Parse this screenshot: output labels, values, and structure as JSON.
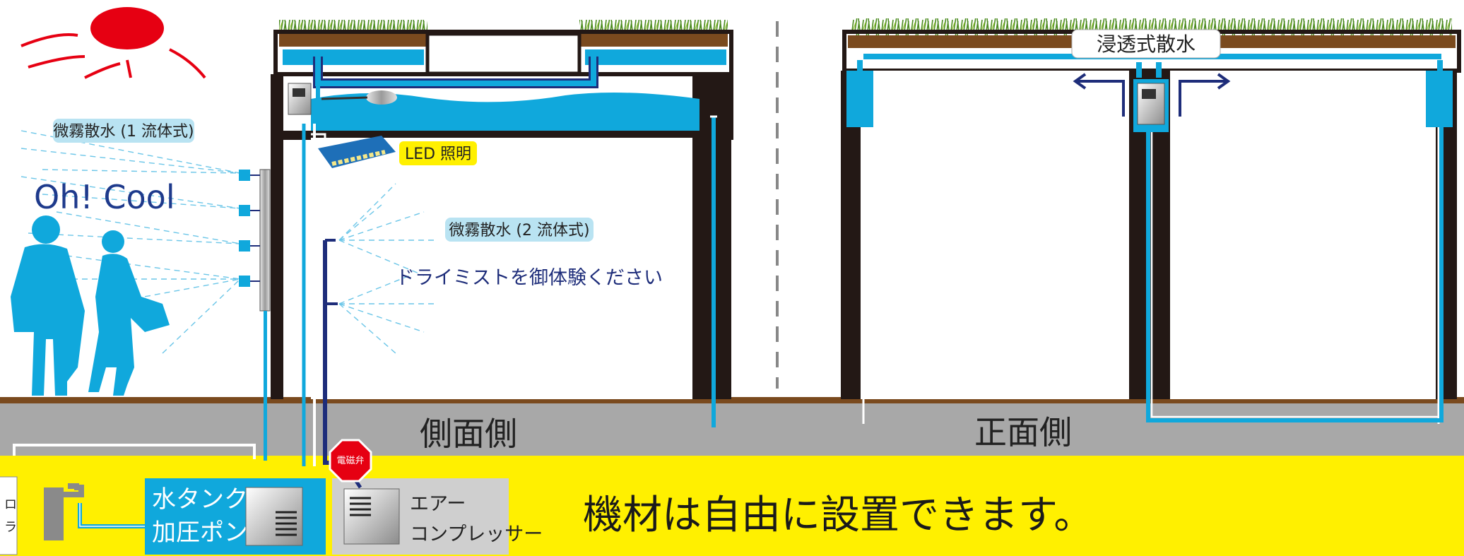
{
  "labels": {
    "mist_one_fluid": "微霧散水 (1 流体式)",
    "oh_cool": "Oh! Cool",
    "led": "LED 照明",
    "mist_two_fluid": "微霧散水 (2 流体式)",
    "dry_mist": "ドライミストを御体験ください",
    "side_view": "側面側",
    "front_view": "正面側",
    "infiltration": "浸透式散水",
    "solenoid": "電磁弁",
    "tank_line1": "水タンク",
    "tank_line2": "加圧ポンプ",
    "comp_line1": "エアー",
    "comp_line2": "コンプレッサー",
    "controller_line1": "ロ",
    "controller_line2": "ラ",
    "bottom_message": "機材は自由に設置できます。"
  },
  "icons": [
    "sun-icon",
    "person-icon",
    "faucet-icon",
    "pump-icon",
    "compressor-icon",
    "stop-sign-icon",
    "led-light-icon",
    "arrow-left-icon",
    "arrow-right-icon",
    "nozzle-icon"
  ],
  "colors": {
    "water": "#10a8dc",
    "dark_pipe": "#1e2d7a",
    "frame": "#231815",
    "ground": "#7a4a1e",
    "road": "#a8a8a8",
    "banner": "#fff000",
    "label_bg": "#b9e3f2",
    "sun": "#e60012"
  }
}
